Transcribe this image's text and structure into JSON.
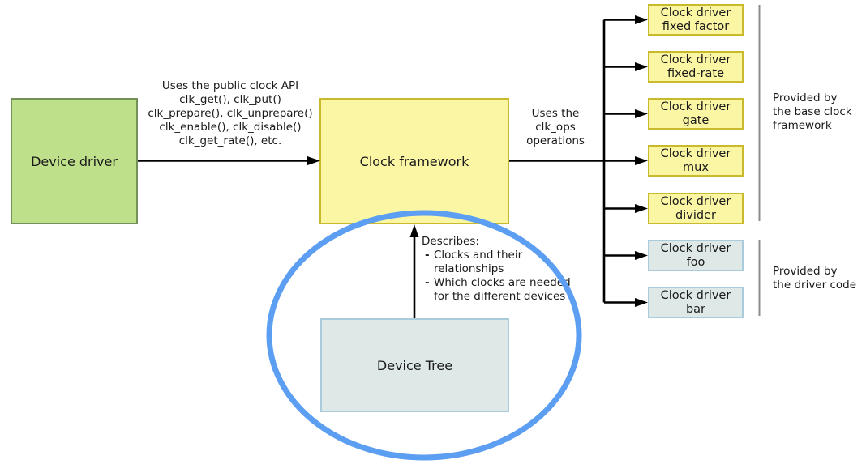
{
  "colors": {
    "green-fill": "#bfe08a",
    "green-border": "#75915a",
    "yellow-fill": "#fbf6a4",
    "yellow-border": "#c9ba2b",
    "gray-fill": "#dee9e7",
    "gray-border": "#a9cbdc",
    "ellipse-blue": "#5c9ef2",
    "line-black": "#000000",
    "separator-gray": "#8c8c8c"
  },
  "boxes": {
    "device_driver": "Device driver",
    "clock_framework": "Clock framework",
    "device_tree": "Device Tree"
  },
  "api_note": {
    "lines": [
      "Uses the public clock API",
      "clk_get(), clk_put()",
      "clk_prepare(), clk_unprepare()",
      "clk_enable(), clk_disable()",
      "clk_get_rate(), etc."
    ]
  },
  "ops_note": {
    "lines": [
      "Uses the",
      "clk_ops",
      "operations"
    ]
  },
  "driver_boxes": [
    {
      "line1": "Clock driver",
      "line2": "fixed factor",
      "group": "base"
    },
    {
      "line1": "Clock driver",
      "line2": "fixed-rate",
      "group": "base"
    },
    {
      "line1": "Clock driver",
      "line2": "gate",
      "group": "base"
    },
    {
      "line1": "Clock driver",
      "line2": "mux",
      "group": "base"
    },
    {
      "line1": "Clock driver",
      "line2": "divider",
      "group": "base"
    },
    {
      "line1": "Clock driver",
      "line2": "foo",
      "group": "driver"
    },
    {
      "line1": "Clock driver",
      "line2": "bar",
      "group": "driver"
    }
  ],
  "legend": {
    "base": {
      "lines": [
        "Provided by",
        "the base clock",
        "framework"
      ]
    },
    "driver": {
      "lines": [
        "Provided by",
        "the driver code"
      ]
    }
  },
  "describes": {
    "title": "Describes:",
    "items": [
      {
        "bullet": "-",
        "line1": "Clocks and their",
        "line2": "relationships"
      },
      {
        "bullet": "-",
        "line1": "Which clocks are needed",
        "line2": "for the different devices"
      }
    ]
  }
}
